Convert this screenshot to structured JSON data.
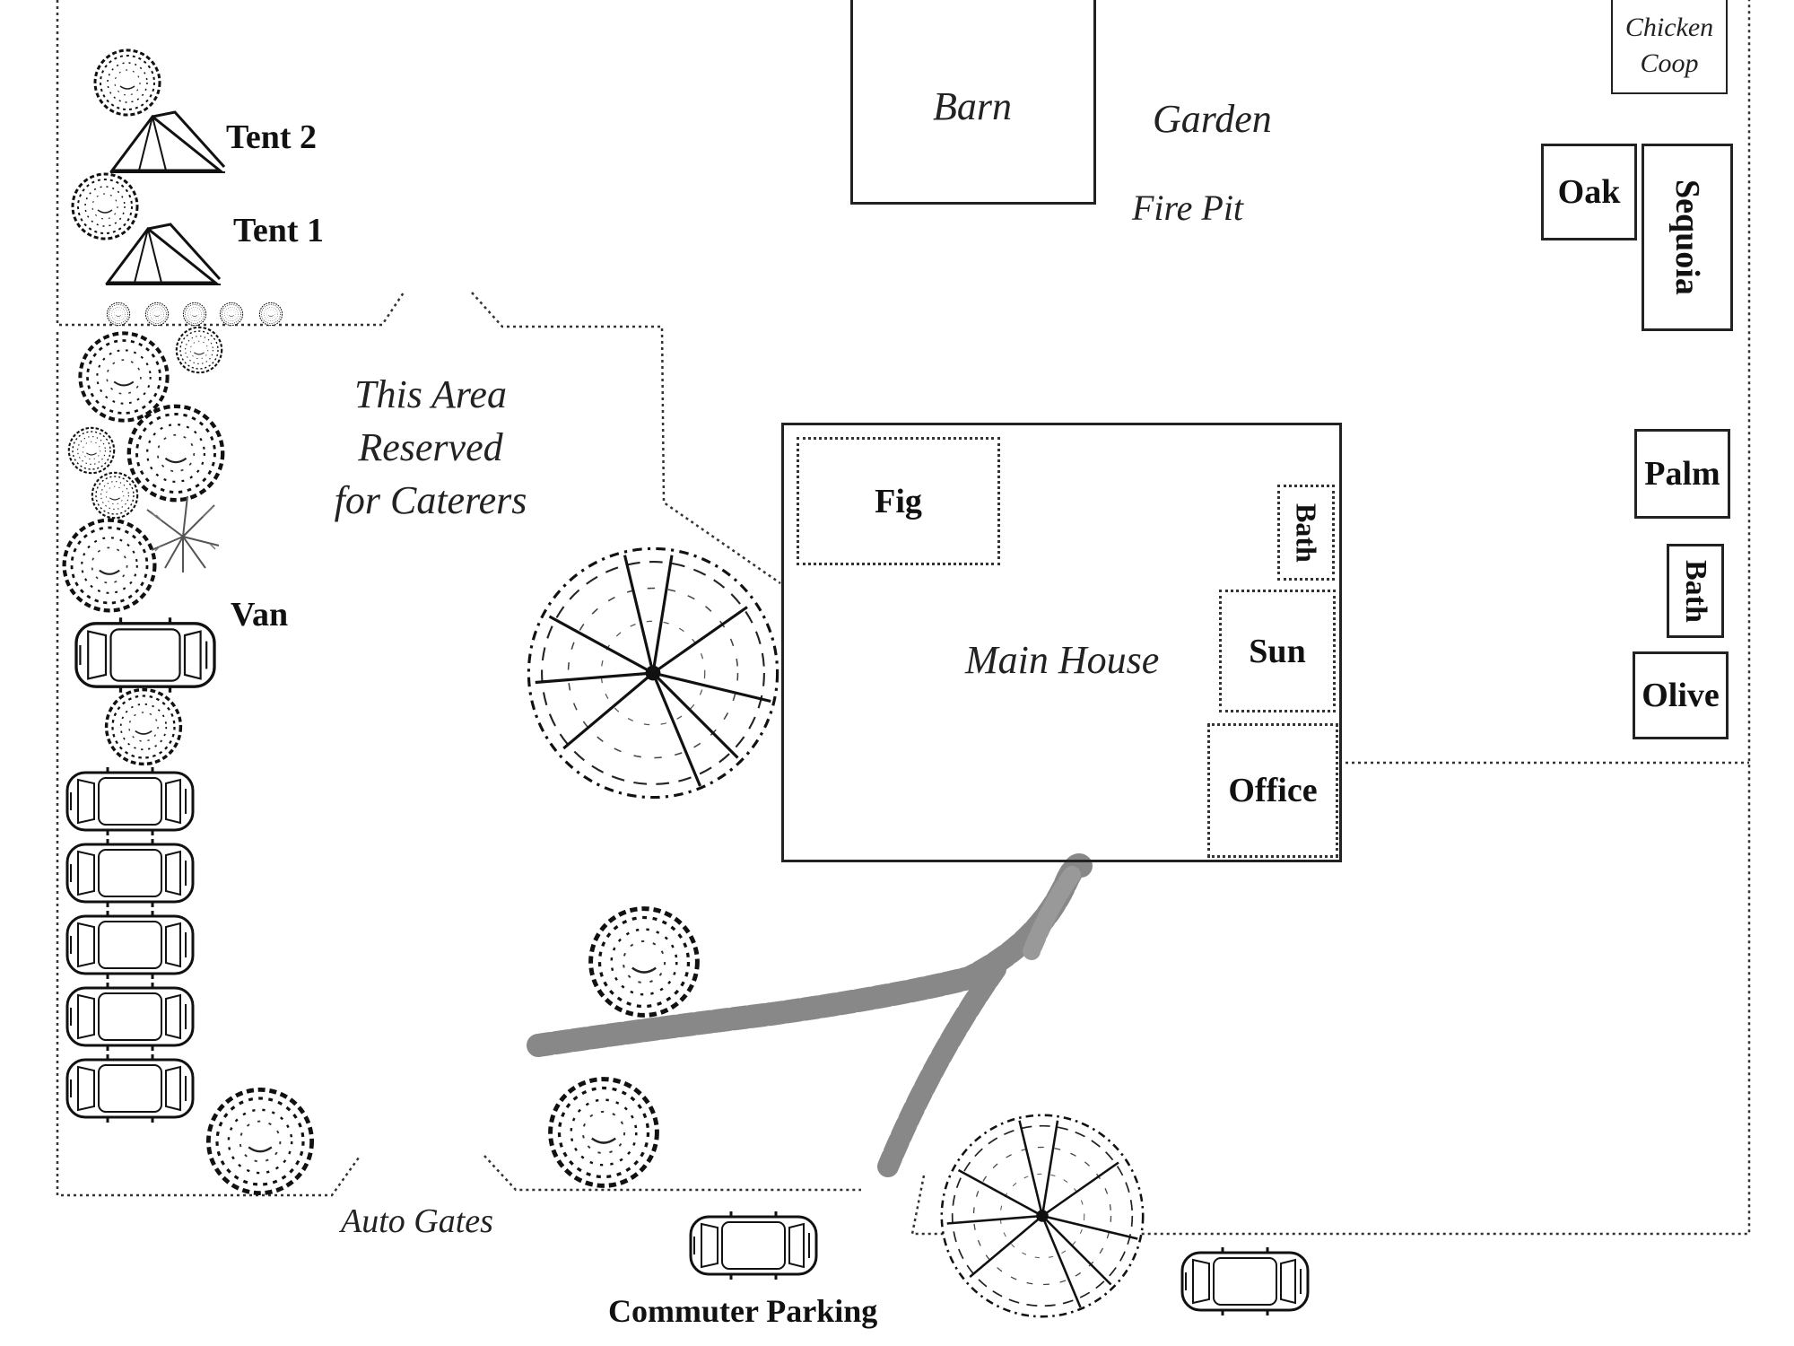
{
  "labels": {
    "chicken_coop_line1": "Chicken",
    "chicken_coop_line2": "Coop",
    "barn": "Barn",
    "garden": "Garden",
    "fire_pit": "Fire Pit",
    "tent2": "Tent 2",
    "tent1": "Tent 1",
    "oak": "Oak",
    "sequoia": "Sequoia",
    "caterers_line1": "This Area",
    "caterers_line2": "Reserved",
    "caterers_line3": "for Caterers",
    "fig": "Fig",
    "bath_house": "Bath",
    "main_house": "Main House",
    "sun": "Sun",
    "office": "Office",
    "palm": "Palm",
    "bath_right": "Bath",
    "olive": "Olive",
    "van": "Van",
    "auto_gates": "Auto Gates",
    "commuter_parking": "Commuter Parking"
  },
  "icons": {
    "shrub": "shrub-icon",
    "tree": "tree-icon",
    "tent": "tent-icon",
    "car": "car-icon",
    "path": "stone-path-icon"
  },
  "colors": {
    "ink": "#222222",
    "background": "#ffffff"
  }
}
